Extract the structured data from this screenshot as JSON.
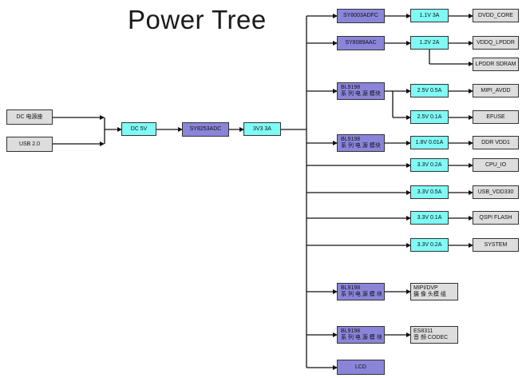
{
  "title": "Power Tree",
  "inputs": [
    {
      "label": "DC 电源座"
    },
    {
      "label": "USB 2.0"
    }
  ],
  "dc5v": "DC 5V",
  "main_reg": "SY8253ADC",
  "main_rail": "3V3  3A",
  "regulators": {
    "sy8003": "SY8003ADFC",
    "sy8089": "SY8089AAC",
    "bl9198_a": [
      "BL9198",
      "系 列 电 源 模块"
    ],
    "bl9198_b": [
      "BL9198",
      "系 列 电 源 模块"
    ],
    "bl9198_c": [
      "BL9198",
      "系 列 电 源 模 块"
    ],
    "bl9198_d": [
      "BL9198",
      "系 列 电 源 模 块"
    ],
    "lcd": "LCD"
  },
  "rails": {
    "r1": "1.1V   3A",
    "r2": "1.2V   2A",
    "r3": "2.5V   0.5A",
    "r4": "2.5V   0.1A",
    "r5": "1.8V   0.01A",
    "r6": "3.3V   0.2A",
    "r7": "3.3V   0.5A",
    "r8": "3.3V   0.1A",
    "r9": "3.3V   0.2A"
  },
  "loads": {
    "dvdd_core": "DVDD_CORE",
    "vddq_lpddr": "VDDQ_LPDDR",
    "lpddr_sdram": "LPDDR SDRAM",
    "mipi_avdd": "MIPI_AVDD",
    "efuse": "EFUSE",
    "ddr_vdd1": "DDR VDD1",
    "cpu_io": "CPU_IO",
    "usb_vdd330": "USB_VDD330",
    "qspi_flash": "QSPI FLASH",
    "system": "SYSTEM",
    "mipi_dvp": [
      "MIPI/DVP",
      "摄 像 头模 组"
    ],
    "es8311": [
      "ES8311",
      "音 频  CODEC"
    ]
  }
}
